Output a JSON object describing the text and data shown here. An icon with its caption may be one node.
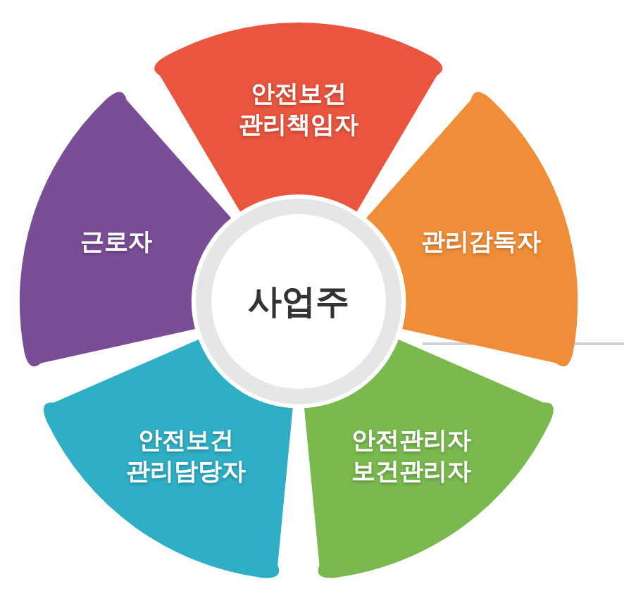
{
  "diagram": {
    "nodes": [
      {
        "text": [
          "사업주"
        ]
      },
      {
        "text": [
          "안전보건 관리책임자"
        ]
      },
      {
        "text": [
          "근로자"
        ]
      },
      {
        "text": [
          "관리감독자"
        ]
      },
      {
        "text": [
          "안전보건 관리담당자"
        ]
      },
      {
        "text": [
          "안전관리자 보건관리자"
        ]
      }
    ]
  }
}
